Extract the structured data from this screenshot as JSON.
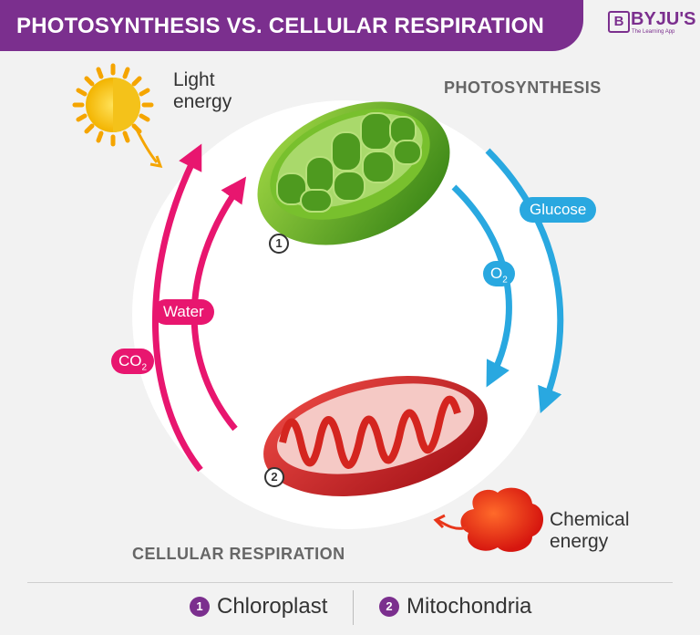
{
  "header": {
    "title": "PHOTOSYNTHESIS VS. CELLULAR RESPIRATION"
  },
  "logo": {
    "name": "BYJU'S",
    "letter": "B",
    "tagline": "The Learning App"
  },
  "labels": {
    "light_energy_line1": "Light",
    "light_energy_line2": "energy",
    "photosynthesis": "PHOTOSYNTHESIS",
    "cellular_respiration": "CELLULAR RESPIRATION",
    "chemical_energy_line1": "Chemical",
    "chemical_energy_line2": "energy",
    "glucose": "Glucose",
    "o2": "O",
    "o2_sub": "2",
    "water": "Water",
    "co2": "CO",
    "co2_sub": "2",
    "marker_1": "1",
    "marker_2": "2"
  },
  "legend": [
    {
      "number": "1",
      "label": "Chloroplast"
    },
    {
      "number": "2",
      "label": "Mitochondria"
    }
  ],
  "colors": {
    "brand": "#7b2f8e",
    "blue": "#29a8e0",
    "pink": "#e8166f",
    "chloroplast": "#4e9a1f",
    "mitochondria": "#c8191e"
  }
}
